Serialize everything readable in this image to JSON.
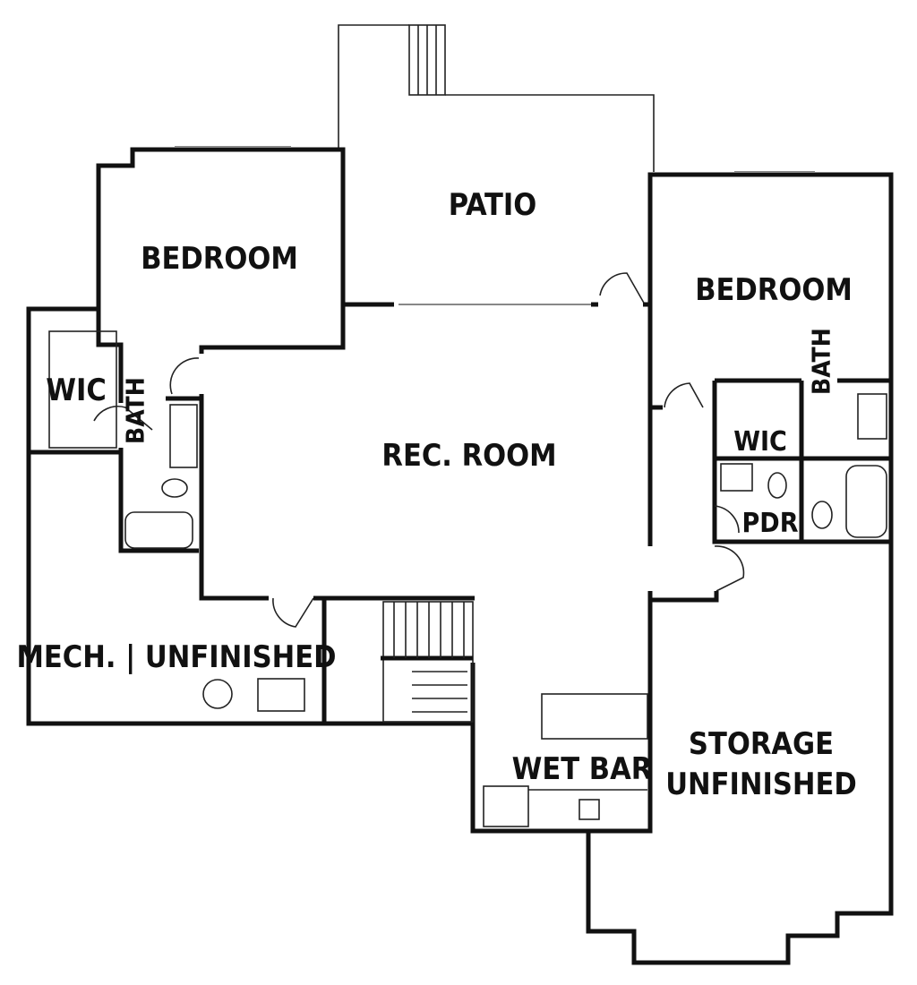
{
  "title": "Lower level floor plan",
  "rooms": {
    "patio": "PATIO",
    "bedroom_left": "BEDROOM",
    "bedroom_right": "BEDROOM",
    "wic_left": "WIC",
    "wic_right": "WIC",
    "bath_left": "BATH",
    "bath_right": "BATH",
    "rec_room": "REC. ROOM",
    "pdr": "PDR",
    "mech": "MECH. | UNFINISHED",
    "wet_bar": "WET BAR",
    "storage_line1": "STORAGE",
    "storage_line2": "UNFINISHED"
  }
}
